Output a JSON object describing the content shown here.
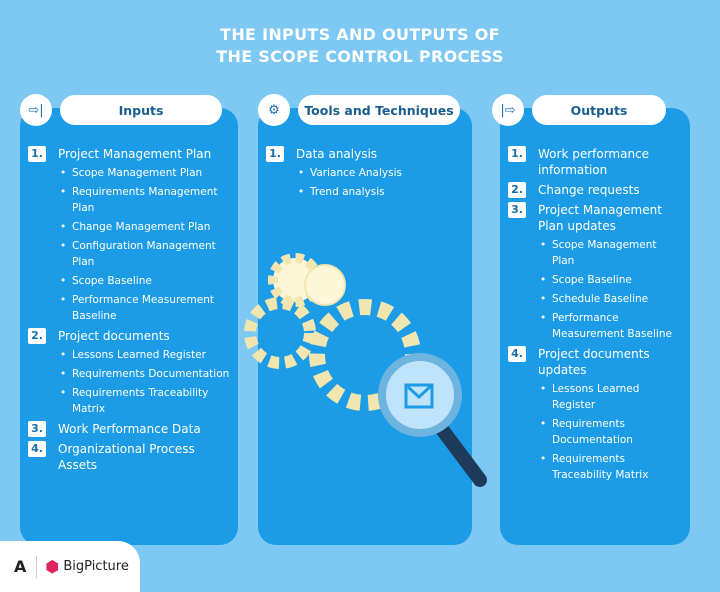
{
  "title": {
    "line1": "THE INPUTS AND OUTPUTS OF",
    "line2": "THE SCOPE CONTROL PROCESS"
  },
  "columns": [
    {
      "label": "Inputs",
      "icon": "input-arrow-icon",
      "items": [
        {
          "num": "1.",
          "text": "Project Management Plan",
          "subs": [
            "Scope Management Plan",
            "Requirements Management Plan",
            "Change Management Plan",
            "Configuration Management Plan",
            "Scope Baseline",
            "Performance Measurement Baseline"
          ]
        },
        {
          "num": "2.",
          "text": "Project documents",
          "subs": [
            "Lessons Learned Register",
            "Requirements Documentation",
            "Requirements Traceability Matrix"
          ]
        },
        {
          "num": "3.",
          "text": "Work Performance Data",
          "subs": []
        },
        {
          "num": "4.",
          "text": "Organizational Process Assets",
          "subs": []
        }
      ]
    },
    {
      "label": "Tools and Techniques",
      "icon": "user-gear-icon",
      "items": [
        {
          "num": "1.",
          "text": "Data analysis",
          "subs": [
            "Variance Analysis",
            "Trend analysis"
          ]
        }
      ]
    },
    {
      "label": "Outputs",
      "icon": "output-arrow-icon",
      "items": [
        {
          "num": "1.",
          "text": "Work performance information",
          "subs": []
        },
        {
          "num": "2.",
          "text": "Change requests",
          "subs": []
        },
        {
          "num": "3.",
          "text": "Project Management Plan updates",
          "subs": [
            "Scope Management Plan",
            "Scope Baseline",
            "Schedule Baseline",
            "Performance Measurement Baseline"
          ]
        },
        {
          "num": "4.",
          "text": "Project documents updates",
          "subs": [
            "Lessons Learned Register",
            "Requirements Documentation",
            "Requirements Traceability Matrix"
          ]
        }
      ]
    }
  ],
  "brand": {
    "name": "BigPicture"
  }
}
